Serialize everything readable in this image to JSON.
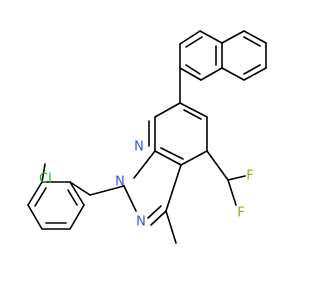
{
  "molecule": {
    "atoms": {
      "chlorine": {
        "label": "Cl",
        "color": "#33aa33"
      },
      "n_pyridine": {
        "label": "N",
        "color": "#3355dd"
      },
      "n1": {
        "label": "N",
        "color": "#3355dd"
      },
      "n2": {
        "label": "N",
        "color": "#3355dd"
      },
      "f_upper": {
        "label": "F",
        "color": "#99a822"
      },
      "f_lower": {
        "label": "F",
        "color": "#99a822"
      }
    }
  }
}
